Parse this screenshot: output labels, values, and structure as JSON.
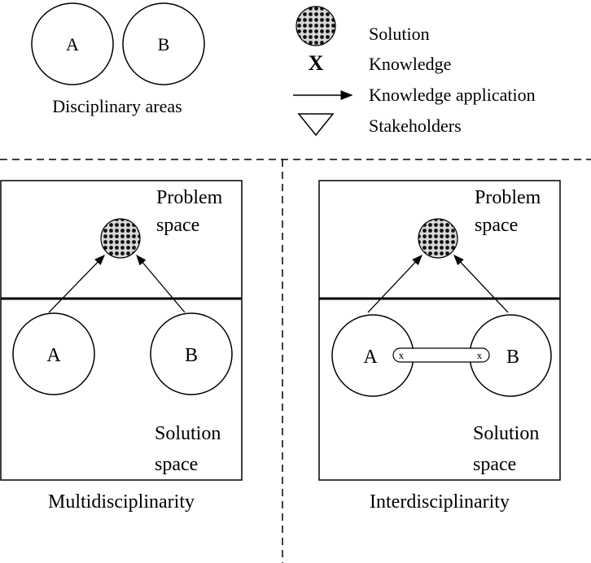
{
  "legend": {
    "disc_a": "A",
    "disc_b": "B",
    "disciplinary_areas": "Disciplinary areas",
    "solution": "Solution",
    "knowledge_symbol": "X",
    "knowledge": "Knowledge",
    "knowledge_application": "Knowledge application",
    "stakeholders": "Stakeholders"
  },
  "multi": {
    "problem_line1": "Problem",
    "problem_line2": "space",
    "circle_a": "A",
    "circle_b": "B",
    "solution_line1": "Solution",
    "solution_line2": "space",
    "caption": "Multidisciplinarity"
  },
  "inter": {
    "problem_line1": "Problem",
    "problem_line2": "space",
    "circle_a": "A",
    "circle_b": "B",
    "knowledge_left": "x",
    "knowledge_right": "x",
    "solution_line1": "Solution",
    "solution_line2": "space",
    "caption": "Interdisciplinarity"
  }
}
